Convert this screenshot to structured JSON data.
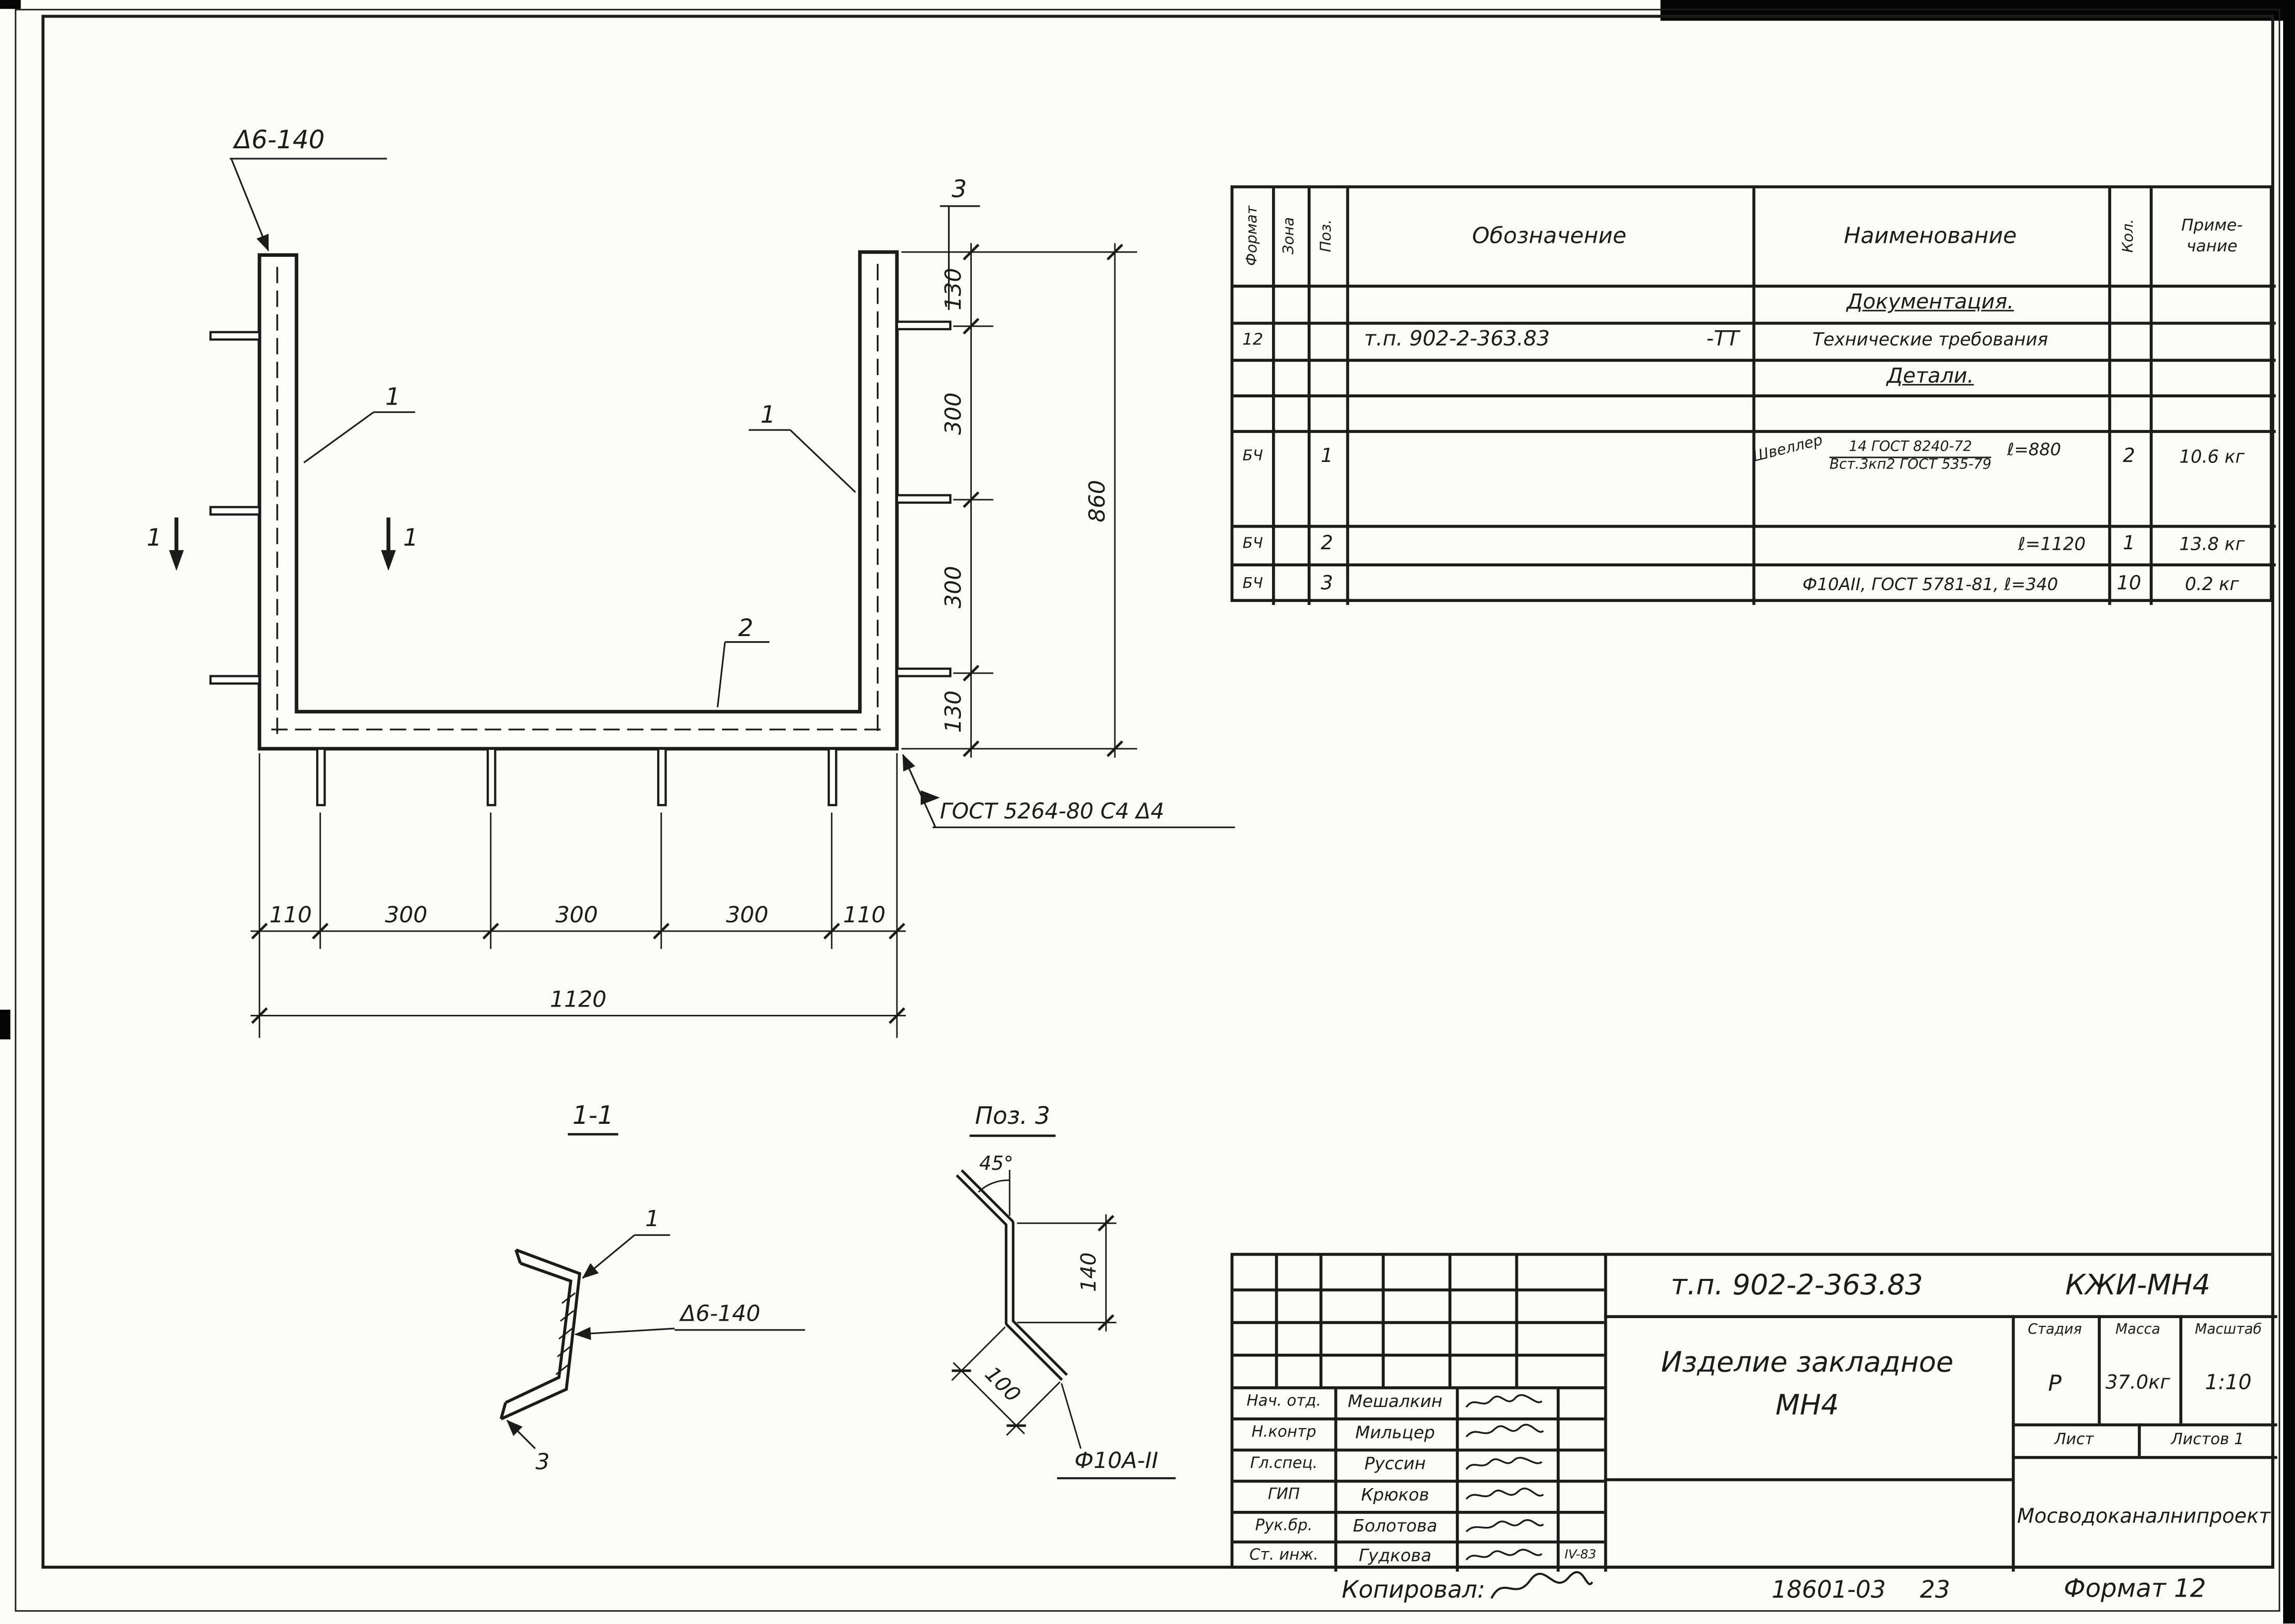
{
  "meta": {
    "ink_color": "#1b1b1b",
    "paper_color": "#fbfbf8"
  },
  "drawing": {
    "main": {
      "weld_label": "Δ6-140",
      "weld_note": "ГОСТ 5264-80 С4 Δ4",
      "section_letter": "1",
      "pos1": "1",
      "pos2": "2",
      "pos3": "3",
      "dims_right": [
        "130",
        "300",
        "300",
        "130"
      ],
      "total_right": "860",
      "dims_bottom": [
        "110",
        "300",
        "300",
        "300",
        "110"
      ],
      "total_bottom": "1120"
    },
    "section": {
      "title": "1-1",
      "pos1": "1",
      "pos3": "3",
      "weld_label": "Δ6-140"
    },
    "detail": {
      "title": "Поз. 3",
      "angle": "45°",
      "dim_hook": "100",
      "dim_leg": "140",
      "bar_label": "Ф10А-II"
    }
  },
  "spec_table": {
    "headers": {
      "format": "Формат",
      "zona": "Зона",
      "poz": "Поз.",
      "oboznachenie": "Обозначение",
      "naimenovanie": "Наименование",
      "kol": "Кол.",
      "prim_line1": "Приме-",
      "prim_line2": "чание"
    },
    "section_documentation": "Документация.",
    "row_tt": {
      "format": "12",
      "oboznachenie": "т.п. 902-2-363.83",
      "suffix": "-ТТ",
      "naimenovanie": "Технические требования"
    },
    "section_details": "Детали.",
    "row1": {
      "format": "БЧ",
      "poz": "1",
      "name_word": "Швеллер",
      "frac_top": "14 ГОСТ 8240-72",
      "frac_bot": "Вст.3кп2 ГОСТ 535-79",
      "length": "ℓ=880",
      "kol": "2",
      "prim": "10.6 кг"
    },
    "row2": {
      "format": "БЧ",
      "poz": "2",
      "length": "ℓ=1120",
      "kol": "1",
      "prim": "13.8 кг"
    },
    "row3": {
      "format": "БЧ",
      "poz": "3",
      "naimenovanie": "Ф10АII, ГОСТ 5781-81, ℓ=340",
      "kol": "10",
      "prim": "0.2 кг"
    }
  },
  "title_block": {
    "designation": "т.п. 902-2-363.83",
    "designation_code": "КЖИ-МН4",
    "product_line1": "Изделие закладное",
    "product_line2": "МН4",
    "stage_header": "Стадия",
    "mass_header": "Масса",
    "scale_header": "Масштаб",
    "stage": "Р",
    "mass": "37.0кг",
    "scale": "1:10",
    "sheet_label": "Лист",
    "sheets_label": "Листов 1",
    "organization": "Мосводоканалнипроект",
    "signatures": [
      {
        "role": "Нач. отд.",
        "name": "Мешалкин",
        "date": ""
      },
      {
        "role": "Н.контр",
        "name": "Мильцер",
        "date": ""
      },
      {
        "role": "Гл.спец.",
        "name": "Руссин",
        "date": ""
      },
      {
        "role": "ГИП",
        "name": "Крюков",
        "date": ""
      },
      {
        "role": "Рук.бр.",
        "name": "Болотова",
        "date": ""
      },
      {
        "role": "Ст. инж.",
        "name": "Гудкова",
        "date": "IV-83"
      }
    ]
  },
  "footer": {
    "copied_label": "Копировал:",
    "doc_number": "18601-03",
    "sheet_number": "23",
    "format_label": "Формат 12"
  }
}
